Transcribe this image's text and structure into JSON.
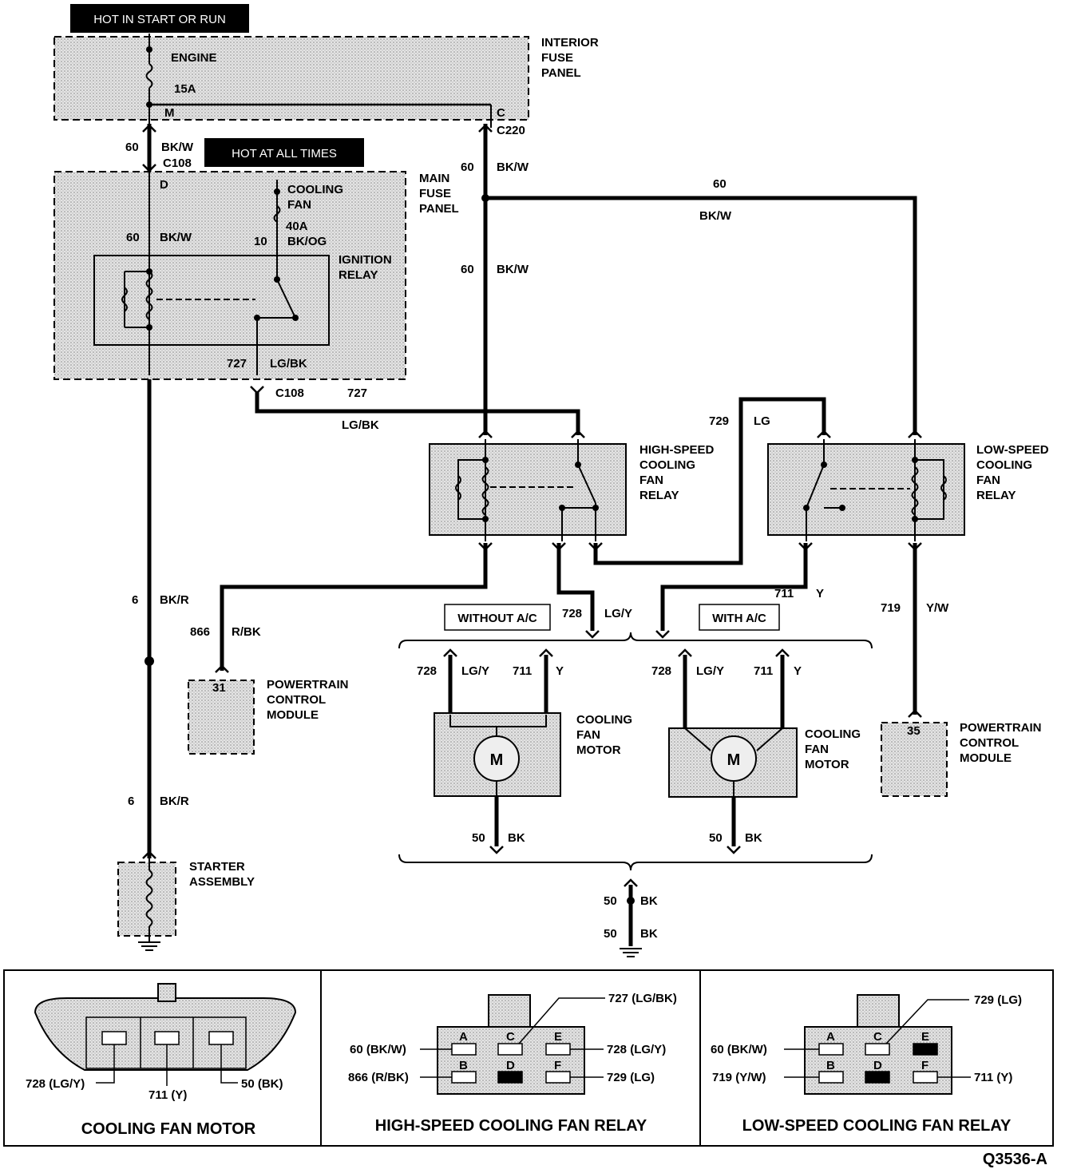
{
  "banners": {
    "hot_in_start_or_run": "HOT IN START OR RUN",
    "hot_at_all_times": "HOT AT ALL TIMES"
  },
  "interior_fuse_panel": {
    "title": "INTERIOR FUSE PANEL",
    "fuse_name": "ENGINE",
    "fuse_rating": "15A",
    "terminal_m": "M",
    "terminal_c": "C"
  },
  "connectors": {
    "c220": "C220",
    "c108_top": "C108",
    "c108_bottom": "C108"
  },
  "main_fuse_panel": {
    "title": "MAIN FUSE PANEL",
    "terminal_d": "D",
    "fuse_name": "COOLING FAN",
    "fuse_rating": "40A",
    "relay_name": "IGNITION RELAY",
    "circuit_60": "60",
    "color_bkw": "BK/W",
    "circuit_10": "10",
    "color_bkog": "BK/OG",
    "circuit_727": "727",
    "color_lgbk": "LG/BK"
  },
  "wires": {
    "w60_left_num": "60",
    "w60_left_color": "BK/W",
    "w60_c220_num": "60",
    "w60_c220_color": "BK/W",
    "w60_top_num": "60",
    "w60_top_color": "BK/W",
    "w60_mid_num": "60",
    "w60_mid_color": "BK/W",
    "w727_num": "727",
    "w727_color": "LG/BK",
    "w729_num": "729",
    "w729_color": "LG",
    "w6_top_num": "6",
    "w6_top_color": "BK/R",
    "w866_num": "866",
    "w866_color": "R/BK",
    "w6_bot_num": "6",
    "w6_bot_color": "BK/R",
    "w711_num": "711",
    "w711_color": "Y",
    "w728_num": "728",
    "w728_color": "LG/Y",
    "w719_num": "719",
    "w719_color": "Y/W",
    "m1_728_num": "728",
    "m1_728_color": "LG/Y",
    "m1_711_num": "711",
    "m1_711_color": "Y",
    "m2_728_num": "728",
    "m2_728_color": "LG/Y",
    "m2_711_num": "711",
    "m2_711_color": "Y",
    "m1_50_num": "50",
    "m1_50_color": "BK",
    "m2_50_num": "50",
    "m2_50_color": "BK",
    "g1_50_num": "50",
    "g1_50_color": "BK",
    "g2_50_num": "50",
    "g2_50_color": "BK"
  },
  "components": {
    "high_speed_relay": "HIGH-SPEED COOLING FAN RELAY",
    "low_speed_relay": "LOW-SPEED COOLING FAN RELAY",
    "pcm_31_pin": "31",
    "pcm_31": "POWERTRAIN CONTROL MODULE",
    "pcm_35_pin": "35",
    "pcm_35": "POWERTRAIN CONTROL MODULE",
    "starter": "STARTER ASSEMBLY",
    "motor1": "COOLING FAN MOTOR",
    "motor2": "COOLING FAN MOTOR",
    "motor_symbol": "M",
    "without_ac": "WITHOUT A/C",
    "with_ac": "WITH A/C"
  },
  "connector_views": {
    "motor": {
      "title": "COOLING FAN MOTOR",
      "pin_left": "728 (LG/Y)",
      "pin_mid": "711 (Y)",
      "pin_right": "50 (BK)"
    },
    "high_speed": {
      "title": "HIGH-SPEED COOLING FAN RELAY",
      "top": "727 (LG/BK)",
      "left_top": "60 (BK/W)",
      "left_bot": "866 (R/BK)",
      "right_top": "728 (LG/Y)",
      "right_bot": "729 (LG)",
      "letters": [
        "A",
        "C",
        "E",
        "B",
        "D",
        "F"
      ]
    },
    "low_speed": {
      "title": "LOW-SPEED COOLING FAN RELAY",
      "top": "729 (LG)",
      "left_top": "60 (BK/W)",
      "left_bot": "719 (Y/W)",
      "right_bot": "711 (Y)",
      "letters": [
        "A",
        "C",
        "E",
        "B",
        "D",
        "F"
      ]
    }
  },
  "figure_id": "Q3536-A"
}
